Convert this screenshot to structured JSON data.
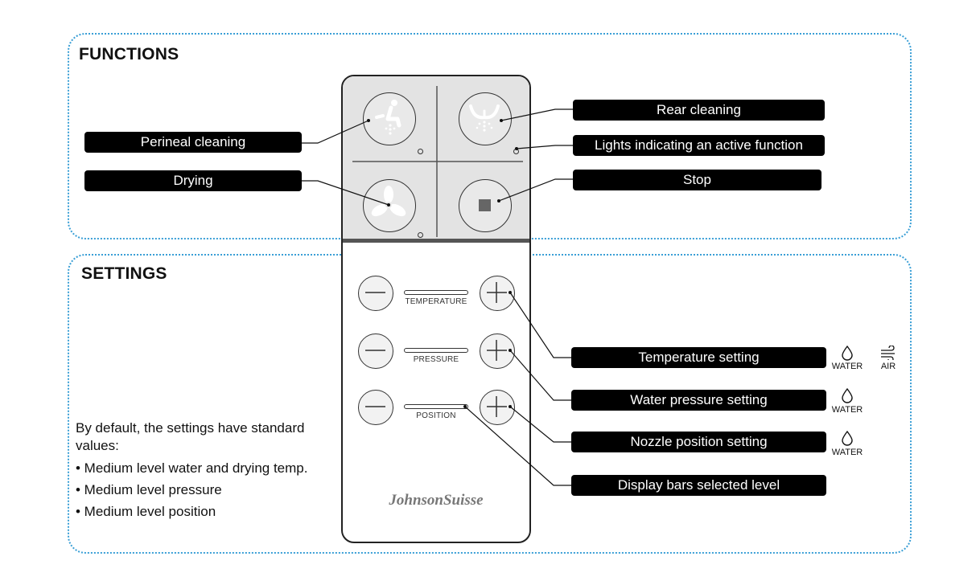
{
  "functions": {
    "title": "FUNCTIONS",
    "labels": {
      "perineal": "Perineal cleaning",
      "rear": "Rear cleaning",
      "lights": "Lights indicating an active function",
      "drying": "Drying",
      "stop": "Stop"
    }
  },
  "settings": {
    "title": "SETTINGS",
    "captions": {
      "temperature": "TEMPERATURE",
      "pressure": "PRESSURE",
      "position": "POSITION"
    },
    "labels": {
      "temperature": "Temperature setting",
      "pressure": "Water pressure setting",
      "position": "Nozzle position setting",
      "display": "Display bars selected level"
    },
    "icon_captions": {
      "water": "WATER",
      "air": "AIR"
    },
    "defaults": {
      "intro": "By default, the settings have standard values:",
      "items": [
        "• Medium level water and drying temp.",
        "• Medium level pressure",
        "• Medium level position"
      ]
    }
  },
  "brand": "JohnsonSuisse",
  "colors": {
    "panel_border": "#3a9fd6",
    "label_bg": "#000000",
    "label_text": "#ffffff",
    "remote_top": "#e3e3e3"
  }
}
